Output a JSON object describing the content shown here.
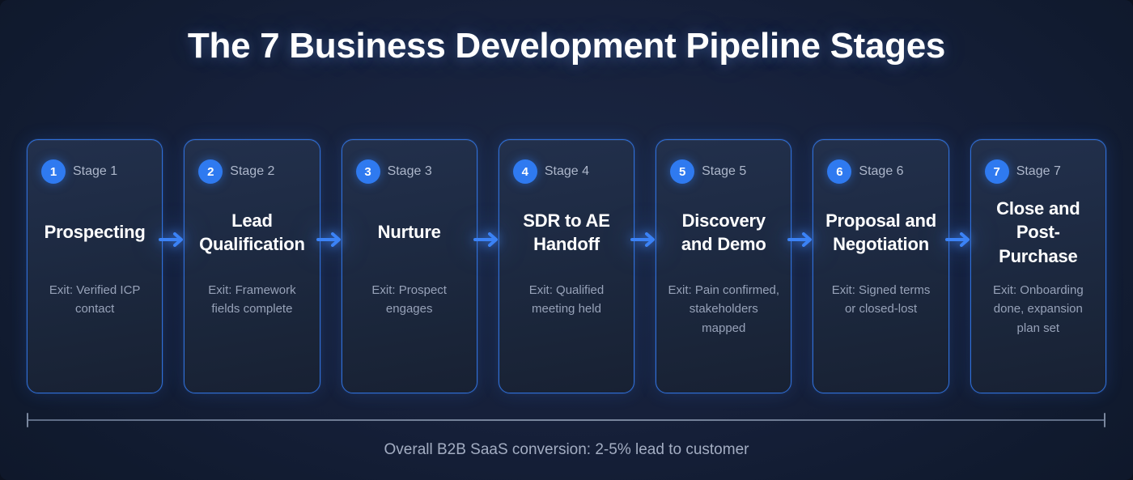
{
  "header": {
    "title": "The 7 Business Development Pipeline Stages"
  },
  "colors": {
    "background": "#141e32",
    "card_background": "#1e2b44",
    "card_border": "#2f6fd8",
    "badge": "#2f7af0",
    "accent_arrow": "#3b82f6",
    "title_text": "#ffffff",
    "label_text": "#adb7cb",
    "exit_text": "#97a2b8",
    "bracket": "#7a879e"
  },
  "pipeline": {
    "stages": [
      {
        "number": "1",
        "stage_label": "Stage 1",
        "title": "Prospecting",
        "exit": "Exit: Verified ICP contact"
      },
      {
        "number": "2",
        "stage_label": "Stage 2",
        "title": "Lead Qualification",
        "exit": "Exit: Framework fields complete"
      },
      {
        "number": "3",
        "stage_label": "Stage 3",
        "title": "Nurture",
        "exit": "Exit: Prospect engages"
      },
      {
        "number": "4",
        "stage_label": "Stage 4",
        "title": "SDR to AE Handoff",
        "exit": "Exit: Qualified meeting held"
      },
      {
        "number": "5",
        "stage_label": "Stage 5",
        "title": "Discovery and Demo",
        "exit": "Exit: Pain confirmed, stakeholders mapped"
      },
      {
        "number": "6",
        "stage_label": "Stage 6",
        "title": "Proposal and Negotiation",
        "exit": "Exit: Signed terms or closed-lost"
      },
      {
        "number": "7",
        "stage_label": "Stage 7",
        "title": "Close and Post-Purchase",
        "exit": "Exit: Onboarding done, expansion plan set"
      }
    ],
    "connector_icon": "arrow-right-icon",
    "connector_count": 6
  },
  "footer": {
    "span_note": "Overall B2B SaaS conversion: 2-5% lead to customer"
  }
}
